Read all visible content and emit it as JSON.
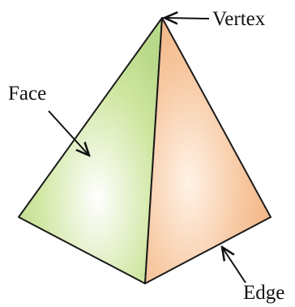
{
  "labels": {
    "vertex": "Vertex",
    "face": "Face",
    "edge": "Edge"
  },
  "colors": {
    "left_face": "#cfe6a0",
    "left_face_highlight": "#ffffff",
    "right_face": "#f7c8a1",
    "right_face_highlight": "#fff2e6",
    "outline": "#1a1a1a",
    "arrow": "#111111"
  }
}
